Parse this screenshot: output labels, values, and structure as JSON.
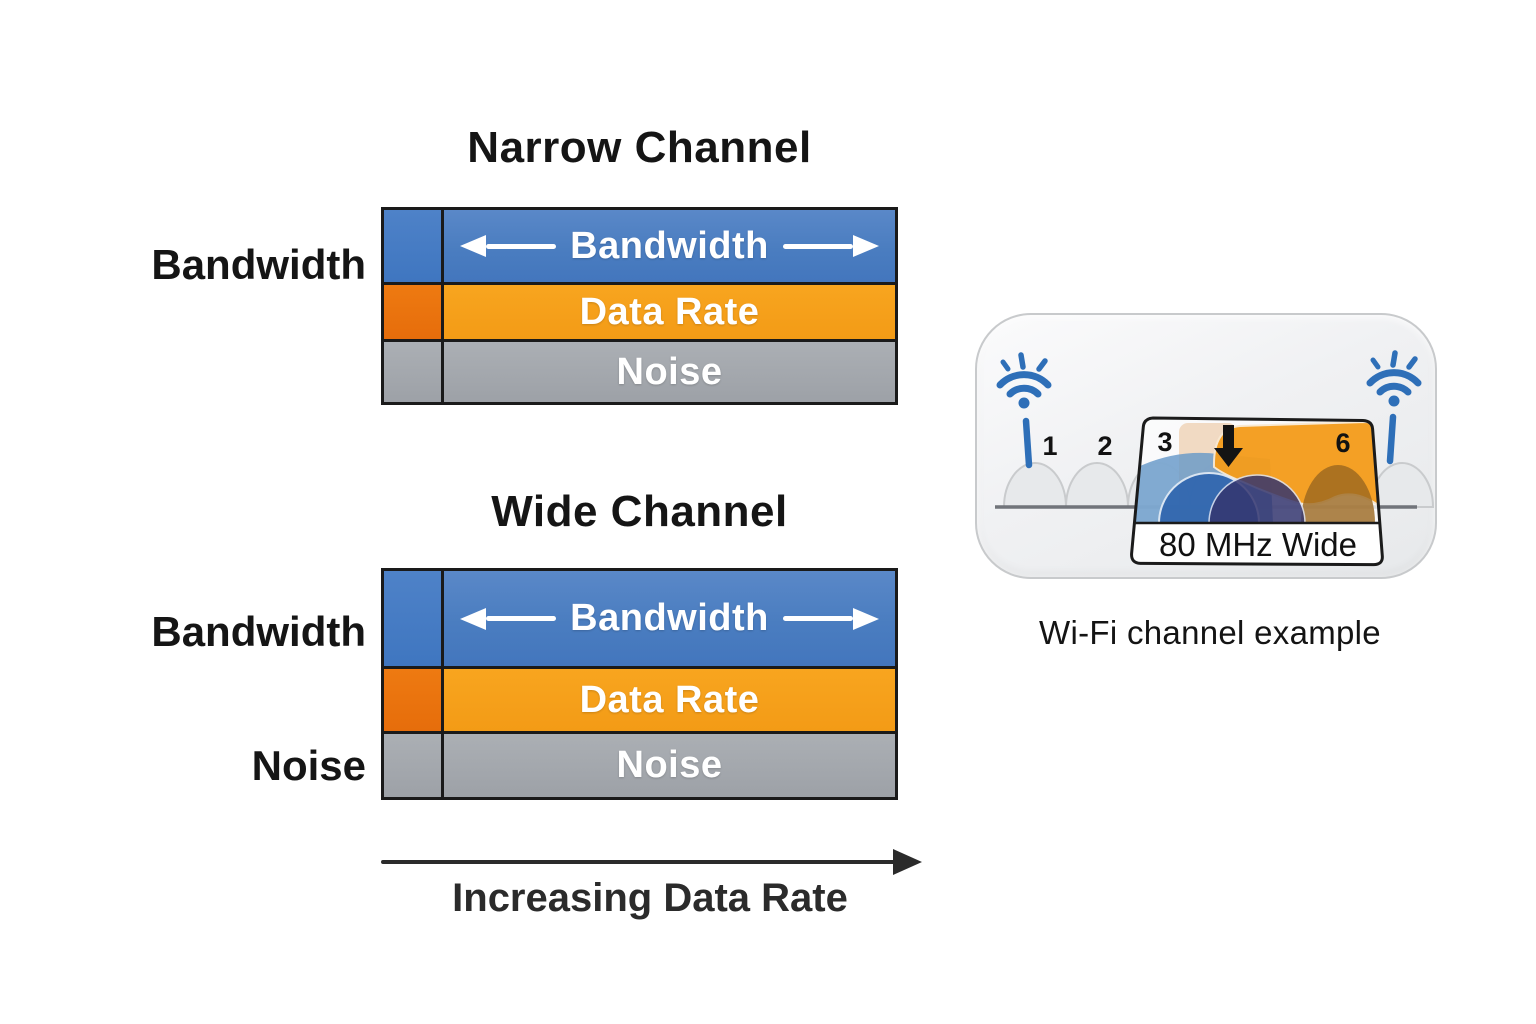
{
  "narrow_channel": {
    "title": "Narrow Channel",
    "side_label": "Bandwidth",
    "bandwidth_label": "Bandwidth",
    "data_rate_label": "Data Rate",
    "noise_label": "Noise"
  },
  "wide_channel": {
    "title": "Wide Channel",
    "side_label_bandwidth": "Bandwidth",
    "side_label_noise": "Noise",
    "bandwidth_label": "Bandwidth",
    "data_rate_label": "Data Rate",
    "noise_label": "Noise"
  },
  "x_axis": {
    "label": "Increasing Data Rate"
  },
  "wifi_example": {
    "caption": "Wi-Fi channel example",
    "channels": [
      "1",
      "2",
      "3",
      "6"
    ],
    "panel_label": "80 MHz Wide"
  },
  "colors": {
    "bandwidth_blue": "#4A7DC0",
    "data_rate_orange": "#F7A01C",
    "data_rate_orange_dark": "#E8720E",
    "noise_gray": "#A4A8AD",
    "wifi_blue": "#2E6FB8",
    "outline_black": "#1A1A1A"
  }
}
